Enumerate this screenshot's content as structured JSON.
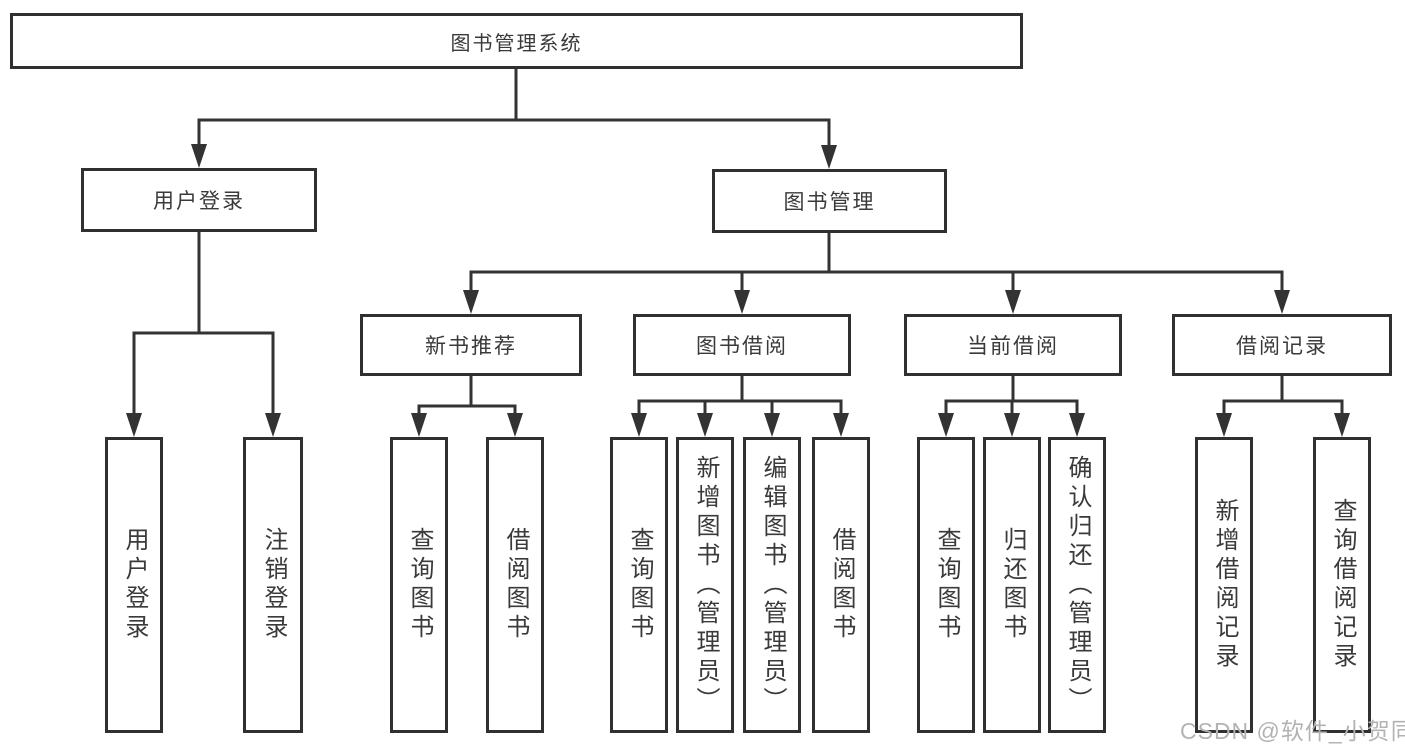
{
  "diagram": {
    "root": "图书管理系统",
    "user_login": {
      "label": "用户登录",
      "children": [
        "用户登录",
        "注销登录"
      ]
    },
    "book_management": {
      "label": "图书管理",
      "sections": [
        {
          "label": "新书推荐",
          "children": [
            "查询图书",
            "借阅图书"
          ]
        },
        {
          "label": "图书借阅",
          "children": [
            "查询图书",
            "新增图书（管理员）",
            "编辑图书（管理员）",
            "借阅图书"
          ]
        },
        {
          "label": "当前借阅",
          "children": [
            "查询图书",
            "归还图书",
            "确认归还（管理员）"
          ]
        },
        {
          "label": "借阅记录",
          "children": [
            "新增借阅记录",
            "查询借阅记录"
          ]
        }
      ]
    },
    "watermark": "CSDN @软件_小贺同学"
  }
}
